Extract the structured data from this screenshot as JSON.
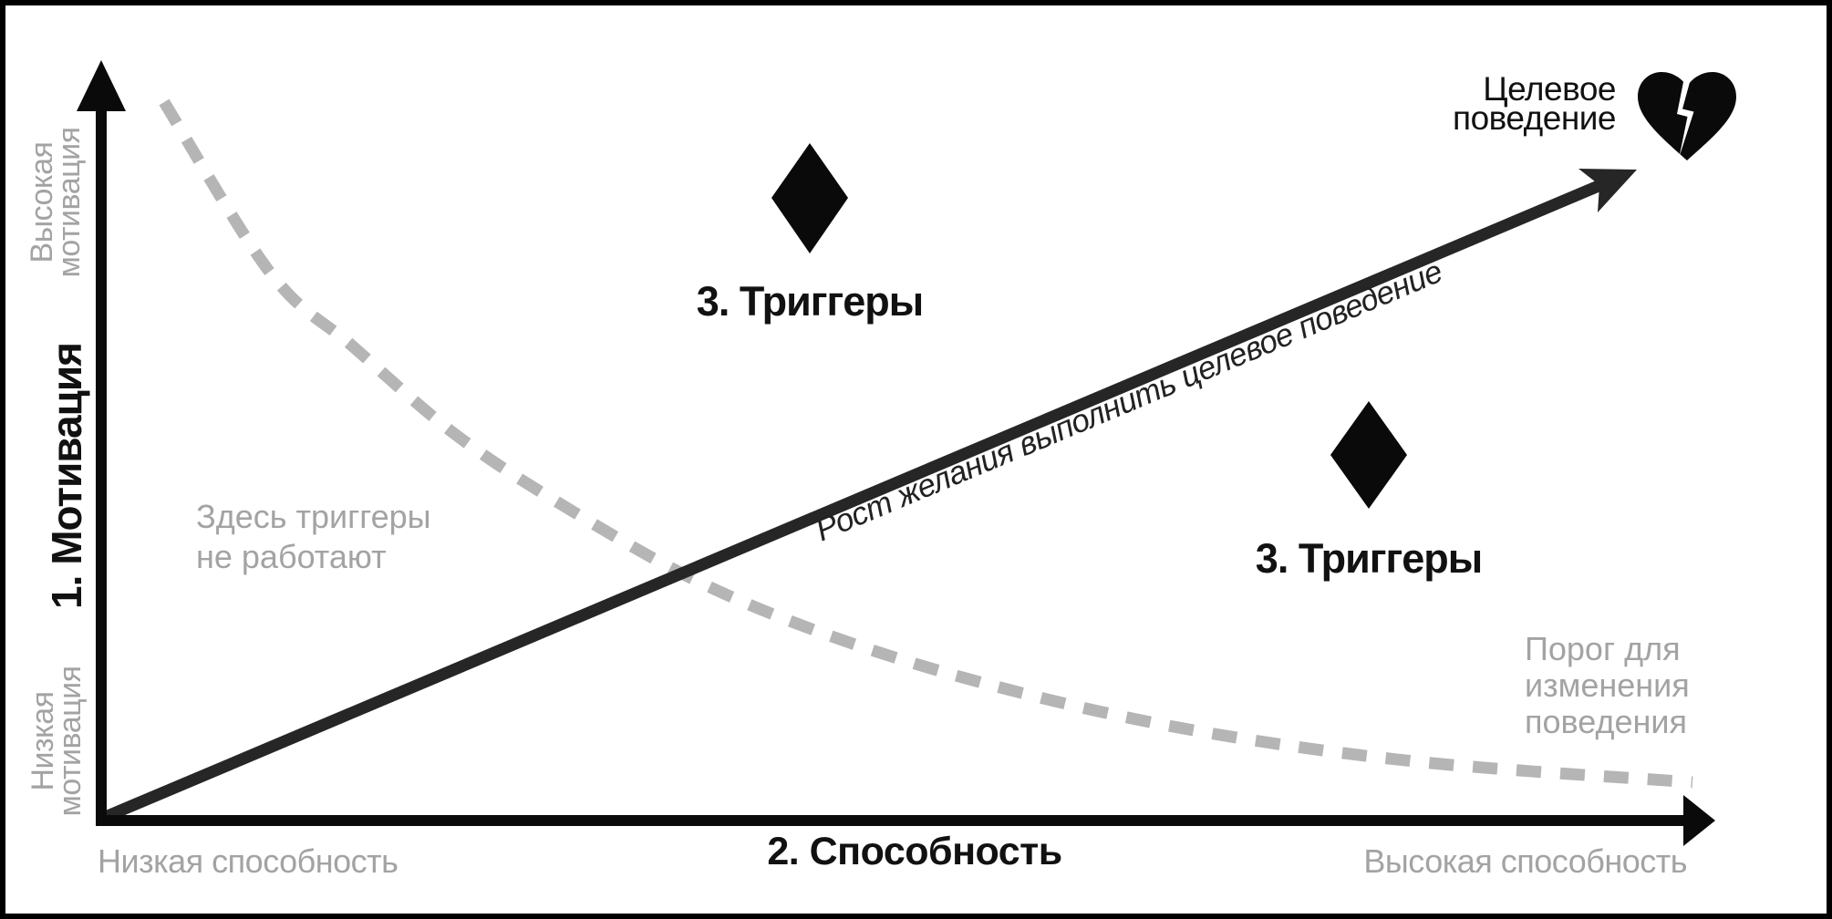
{
  "diagram_title": "Fogg behavior model (Russian)",
  "y_axis": {
    "title": "1. Мотивация",
    "high_line1": "Высокая",
    "high_line2": "мотивация",
    "low_line1": "Низкая",
    "low_line2": "мотивация"
  },
  "x_axis": {
    "title": "2. Способность",
    "low_label": "Низкая способность",
    "high_label": "Высокая способность"
  },
  "growth_arrow": {
    "label": "Рост желания выполнить целевое поведение"
  },
  "target_behavior": {
    "line1": "Целевое",
    "line2": "поведение"
  },
  "triggers": {
    "upper_label": "3. Триггеры",
    "lower_label": "3. Триггеры"
  },
  "notes": {
    "no_triggers_line1": "Здесь триггеры",
    "no_triggers_line2": "не работают",
    "threshold_line1": "Порог для",
    "threshold_line2": "изменения",
    "threshold_line3": "поведения"
  },
  "colors": {
    "axis_black": "#0a0a0a",
    "arrow_dark": "#262626",
    "gray_text": "#a3a3a3",
    "gray_dash": "#b5b5b5",
    "background": "#ffffff"
  }
}
